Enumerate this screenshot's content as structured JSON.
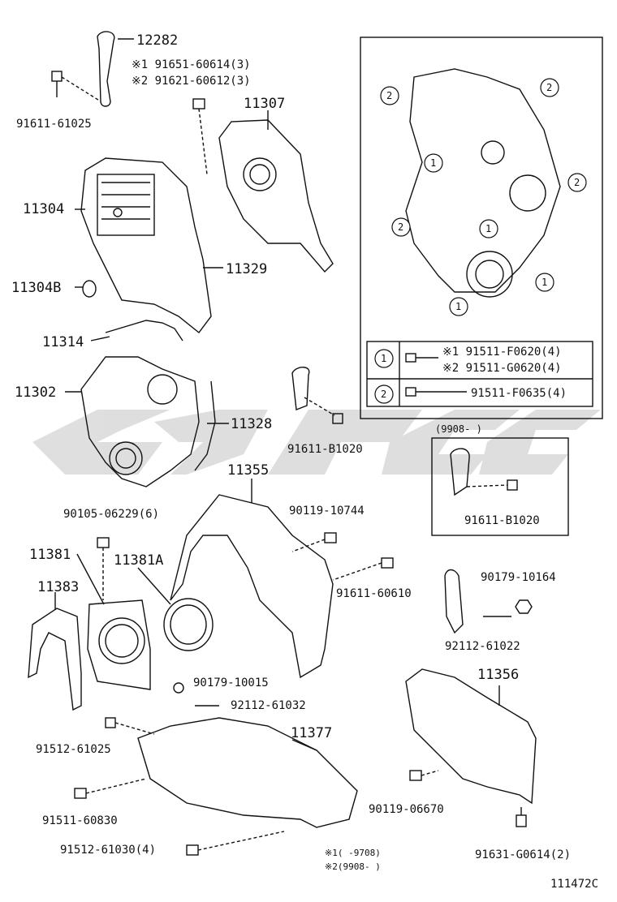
{
  "colors": {
    "ink": "#111111",
    "watermark": "#d9d9d9"
  },
  "parts": {
    "p12282": "12282",
    "p91651": "※1 91651-60614(3)",
    "p91621": "※2 91621-60612(3)",
    "p91611_61025": "91611-61025",
    "p11307": "11307",
    "p11304": "11304",
    "p11329": "11329",
    "p11304B": "11304B",
    "p11314": "11314",
    "p11302": "11302",
    "p11328": "11328",
    "p91611_B1020_a": "91611-B1020",
    "p11355": "11355",
    "p90105": "90105-06229(6)",
    "p90119_10744": "90119-10744",
    "p11381": "11381",
    "p11381A": "11381A",
    "p11383": "11383",
    "p91611_60610": "91611-60610",
    "p90179_10164": "90179-10164",
    "p92112_61022": "92112-61022",
    "p90179_10015": "90179-10015",
    "p92112_61032": "92112-61032",
    "p11356": "11356",
    "p11377": "11377",
    "p91512_61025": "91512-61025",
    "p91511_60830": "91511-60830",
    "p90119_06670": "90119-06670",
    "p91512_61030": "91512-61030(4)",
    "p91631": "91631-G0614(2)",
    "p9908_range": "(9908-  )",
    "p91611_B1020_b": "91611-B1020"
  },
  "inset": {
    "circle1": "1",
    "circle2": "2",
    "row1_a": "※1 91511-F0620(4)",
    "row1_b": "※2 91511-G0620(4)",
    "row2": "91511-F0635(4)"
  },
  "footnotes": {
    "f1": "※1(   -9708)",
    "f2": "※2(9908-   )"
  },
  "figure_id": "111472C"
}
